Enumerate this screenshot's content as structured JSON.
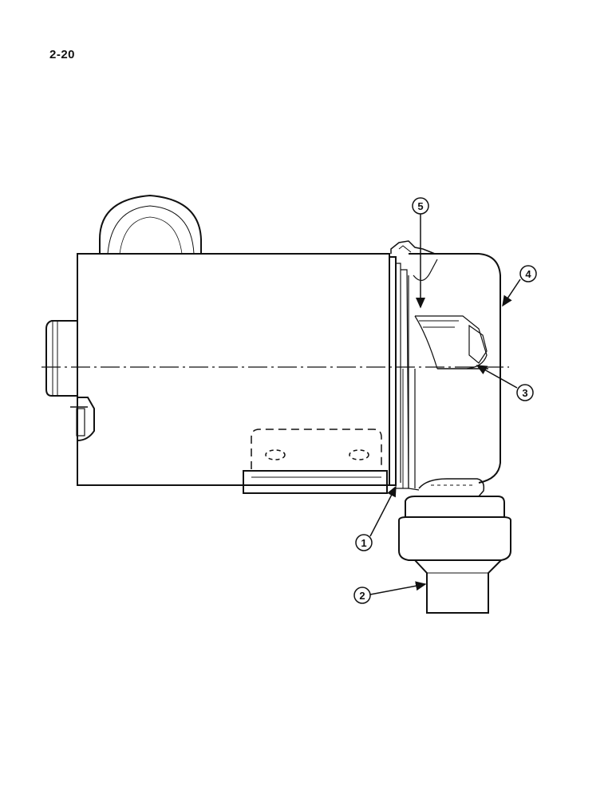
{
  "page": {
    "number": "2-20"
  },
  "callouts": [
    {
      "id": "1",
      "label": "1"
    },
    {
      "id": "2",
      "label": "2"
    },
    {
      "id": "3",
      "label": "3"
    },
    {
      "id": "4",
      "label": "4"
    },
    {
      "id": "5",
      "label": "5"
    }
  ],
  "colors": {
    "ink": "#111111",
    "paper": "#ffffff"
  }
}
